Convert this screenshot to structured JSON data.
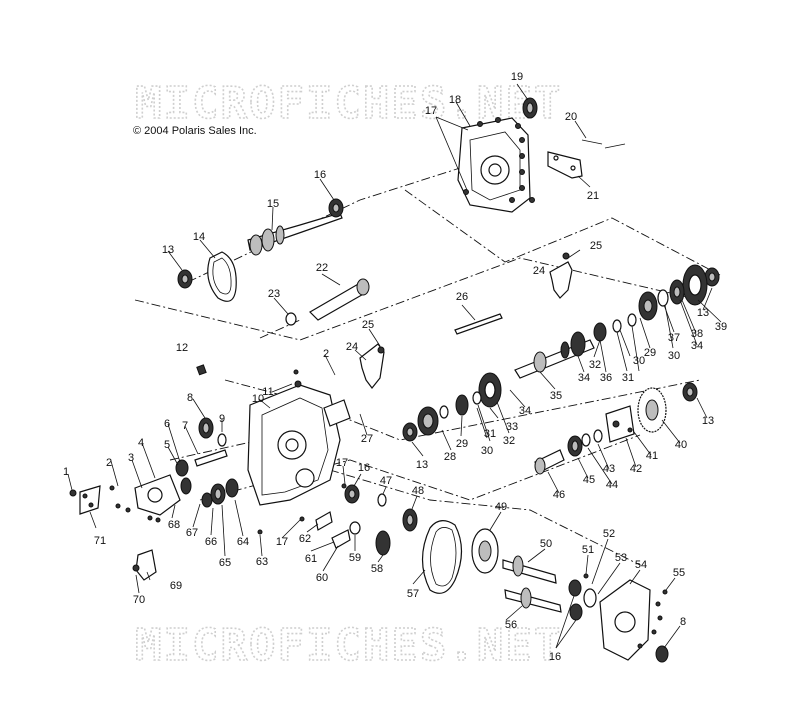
{
  "copyright": "© 2004 Polaris Sales Inc.",
  "watermark_top": "MICROFICHES.NET",
  "watermark_bottom": "MICROFICHES.NET",
  "callouts": [
    {
      "id": "c1",
      "text": "1"
    },
    {
      "id": "c2a",
      "text": "2"
    },
    {
      "id": "c2b",
      "text": "2"
    },
    {
      "id": "c3",
      "text": "3"
    },
    {
      "id": "c4",
      "text": "4"
    },
    {
      "id": "c5",
      "text": "5"
    },
    {
      "id": "c6",
      "text": "6"
    },
    {
      "id": "c7",
      "text": "7"
    },
    {
      "id": "c8a",
      "text": "8"
    },
    {
      "id": "c8b",
      "text": "8"
    },
    {
      "id": "c9",
      "text": "9"
    },
    {
      "id": "c10",
      "text": "10"
    },
    {
      "id": "c11",
      "text": "11"
    },
    {
      "id": "c12",
      "text": "12"
    },
    {
      "id": "c13a",
      "text": "13"
    },
    {
      "id": "c13b",
      "text": "13"
    },
    {
      "id": "c13c",
      "text": "13"
    },
    {
      "id": "c13d",
      "text": "13"
    },
    {
      "id": "c14",
      "text": "14"
    },
    {
      "id": "c15",
      "text": "15"
    },
    {
      "id": "c16a",
      "text": "16"
    },
    {
      "id": "c16b",
      "text": "16"
    },
    {
      "id": "c16c",
      "text": "16"
    },
    {
      "id": "c17a",
      "text": "17"
    },
    {
      "id": "c17b",
      "text": "17"
    },
    {
      "id": "c17c",
      "text": "17"
    },
    {
      "id": "c18",
      "text": "18"
    },
    {
      "id": "c19",
      "text": "19"
    },
    {
      "id": "c20",
      "text": "20"
    },
    {
      "id": "c21",
      "text": "21"
    },
    {
      "id": "c22",
      "text": "22"
    },
    {
      "id": "c23",
      "text": "23"
    },
    {
      "id": "c24a",
      "text": "24"
    },
    {
      "id": "c24b",
      "text": "24"
    },
    {
      "id": "c25a",
      "text": "25"
    },
    {
      "id": "c25b",
      "text": "25"
    },
    {
      "id": "c26",
      "text": "26"
    },
    {
      "id": "c27",
      "text": "27"
    },
    {
      "id": "c28",
      "text": "28"
    },
    {
      "id": "c29a",
      "text": "29"
    },
    {
      "id": "c29b",
      "text": "29"
    },
    {
      "id": "c30a",
      "text": "30"
    },
    {
      "id": "c30b",
      "text": "30"
    },
    {
      "id": "c30c",
      "text": "30"
    },
    {
      "id": "c31a",
      "text": "31"
    },
    {
      "id": "c31b",
      "text": "31"
    },
    {
      "id": "c32a",
      "text": "32"
    },
    {
      "id": "c32b",
      "text": "32"
    },
    {
      "id": "c33",
      "text": "33"
    },
    {
      "id": "c34a",
      "text": "34"
    },
    {
      "id": "c34b",
      "text": "34"
    },
    {
      "id": "c34c",
      "text": "34"
    },
    {
      "id": "c35",
      "text": "35"
    },
    {
      "id": "c36",
      "text": "36"
    },
    {
      "id": "c37",
      "text": "37"
    },
    {
      "id": "c38",
      "text": "38"
    },
    {
      "id": "c39",
      "text": "39"
    },
    {
      "id": "c40",
      "text": "40"
    },
    {
      "id": "c41",
      "text": "41"
    },
    {
      "id": "c42",
      "text": "42"
    },
    {
      "id": "c43",
      "text": "43"
    },
    {
      "id": "c44",
      "text": "44"
    },
    {
      "id": "c45",
      "text": "45"
    },
    {
      "id": "c46",
      "text": "46"
    },
    {
      "id": "c47",
      "text": "47"
    },
    {
      "id": "c48",
      "text": "48"
    },
    {
      "id": "c49",
      "text": "49"
    },
    {
      "id": "c50",
      "text": "50"
    },
    {
      "id": "c51",
      "text": "51"
    },
    {
      "id": "c52",
      "text": "52"
    },
    {
      "id": "c53",
      "text": "53"
    },
    {
      "id": "c54",
      "text": "54"
    },
    {
      "id": "c55",
      "text": "55"
    },
    {
      "id": "c56",
      "text": "56"
    },
    {
      "id": "c57",
      "text": "57"
    },
    {
      "id": "c58",
      "text": "58"
    },
    {
      "id": "c59",
      "text": "59"
    },
    {
      "id": "c60",
      "text": "60"
    },
    {
      "id": "c61",
      "text": "61"
    },
    {
      "id": "c62",
      "text": "62"
    },
    {
      "id": "c63",
      "text": "63"
    },
    {
      "id": "c64",
      "text": "64"
    },
    {
      "id": "c65",
      "text": "65"
    },
    {
      "id": "c66",
      "text": "66"
    },
    {
      "id": "c67",
      "text": "67"
    },
    {
      "id": "c68",
      "text": "68"
    },
    {
      "id": "c69",
      "text": "69"
    },
    {
      "id": "c70",
      "text": "70"
    },
    {
      "id": "c71",
      "text": "71"
    }
  ]
}
